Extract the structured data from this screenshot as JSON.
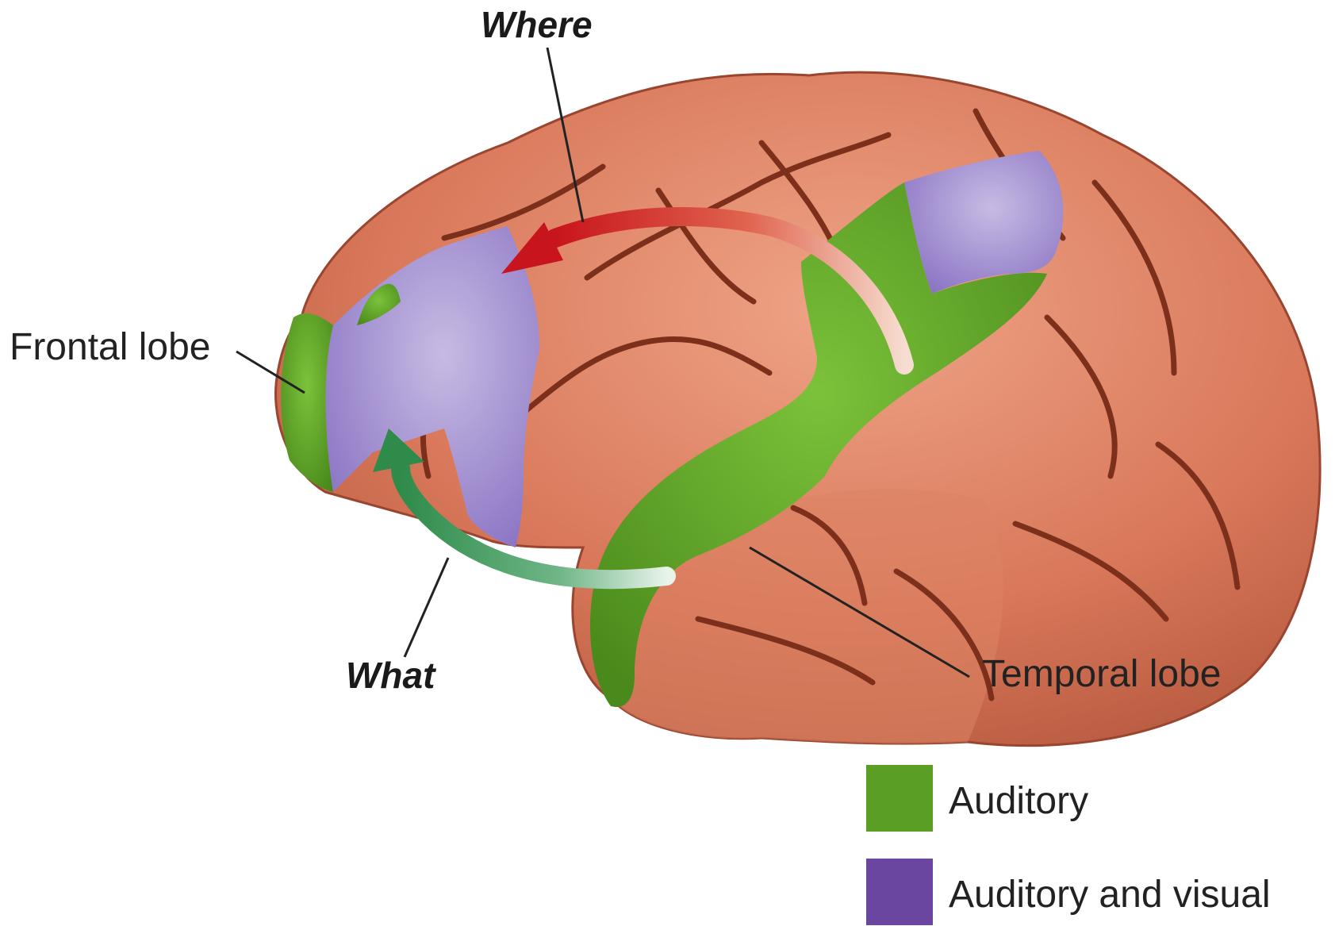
{
  "labels": {
    "where": "Where",
    "what": "What",
    "frontal_lobe": "Frontal lobe",
    "temporal_lobe": "Temporal lobe"
  },
  "legend": [
    {
      "label": "Auditory",
      "color": "#5a9e23"
    },
    {
      "label": "Auditory and visual",
      "color": "#6a46a0"
    }
  ],
  "colors": {
    "brain": "#d9785a",
    "brain_shadow": "#8a3b26",
    "auditory": "#5a9e23",
    "auditory_visual": "#9c8ad0",
    "where_arrow": "#d41f26",
    "what_arrow": "#2e8b4a"
  },
  "icons": {
    "where_arrow": "arrow-left-curved",
    "what_arrow": "arrow-up-curved"
  }
}
